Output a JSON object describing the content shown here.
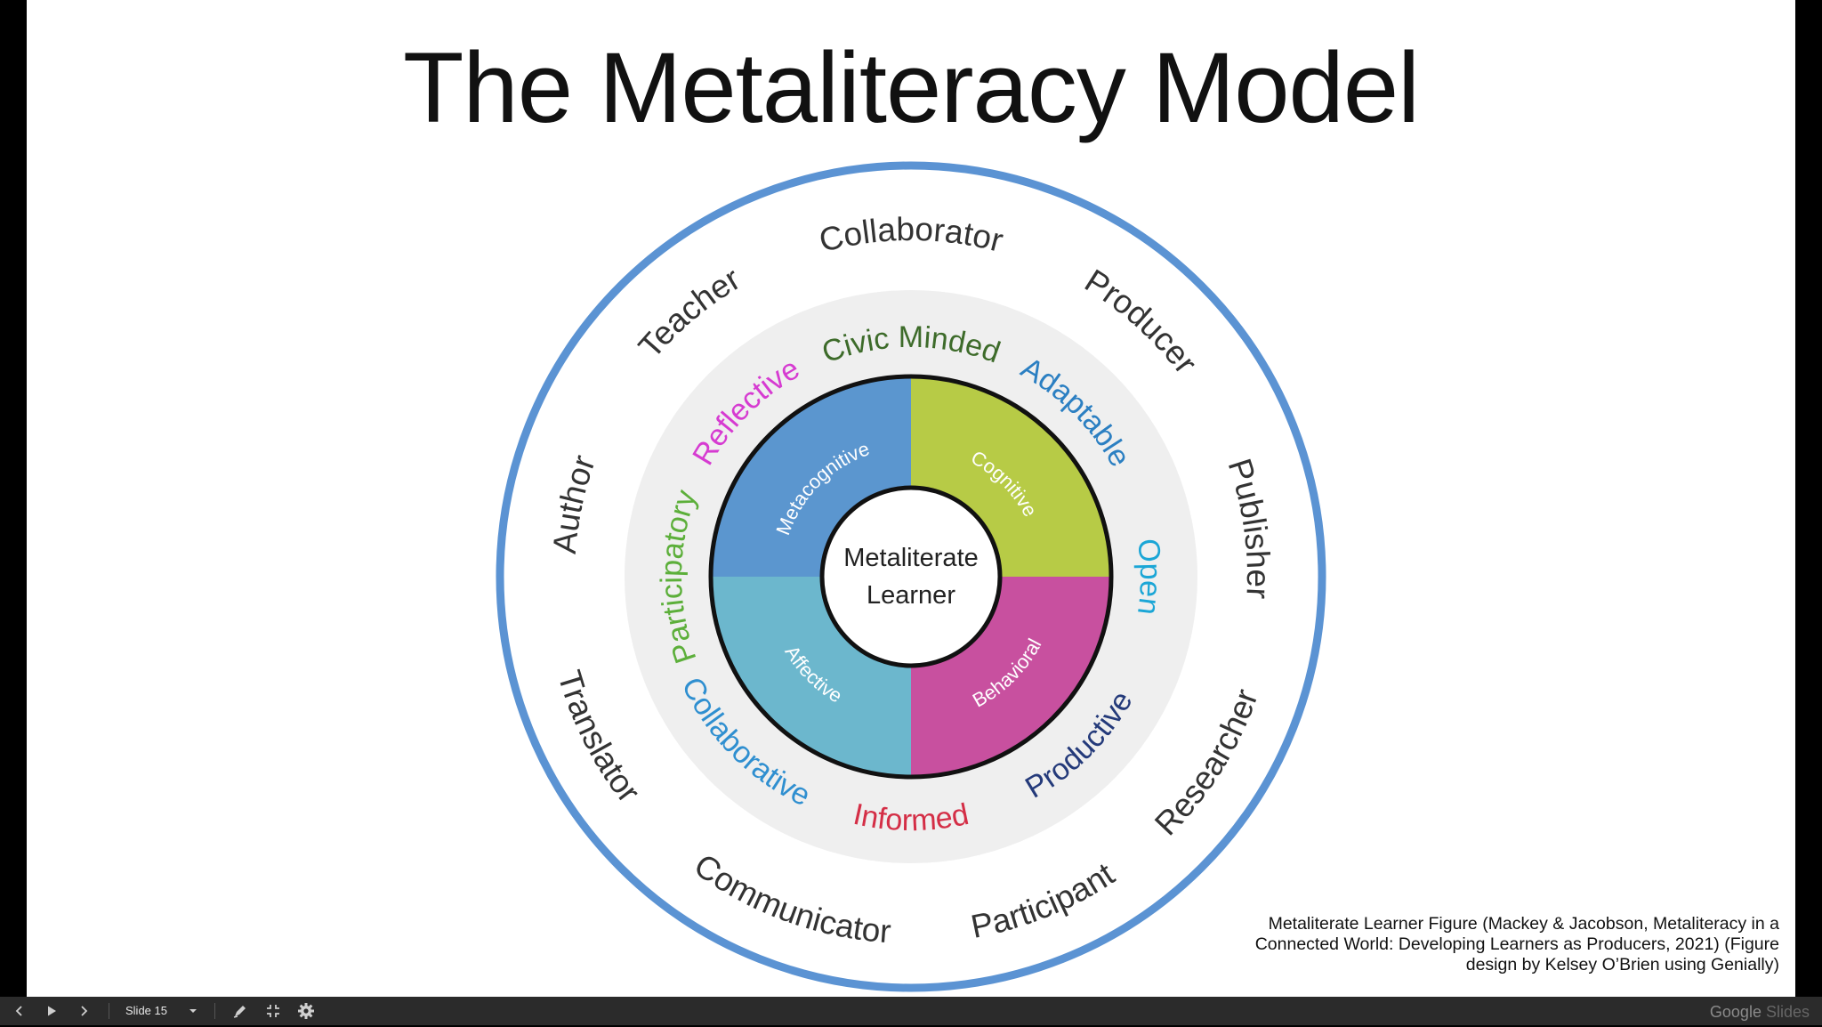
{
  "slide": {
    "title": "The Metaliteracy Model",
    "caption_lines": [
      "Metaliterate Learner Figure  (Mackey & Jacobson, Metaliteracy in a",
      "Connected World: Developing Learners as Producers, 2021) (Figure",
      "design by Kelsey O’Brien using Genially)"
    ]
  },
  "figure": {
    "center_lines": [
      "Metaliterate",
      "Learner"
    ],
    "quadrants": [
      {
        "label": "Metacognitive",
        "color": "#5b96cf"
      },
      {
        "label": "Cognitive",
        "color": "#b7cb46"
      },
      {
        "label": "Behavioral",
        "color": "#c8509f"
      },
      {
        "label": "Affective",
        "color": "#6cb7cd"
      }
    ],
    "characteristics": [
      {
        "label": "Civic Minded",
        "color": "#3d6b2a"
      },
      {
        "label": "Adaptable",
        "color": "#2b7fc2"
      },
      {
        "label": "Open",
        "color": "#1ba6d6"
      },
      {
        "label": "Productive",
        "color": "#243a7a"
      },
      {
        "label": "Informed",
        "color": "#d42e46"
      },
      {
        "label": "Collaborative",
        "color": "#2f8fd0"
      },
      {
        "label": "Participatory",
        "color": "#5caf3a"
      },
      {
        "label": "Reflective",
        "color": "#d63bd1"
      }
    ],
    "roles": [
      {
        "label": "Collaborator"
      },
      {
        "label": "Producer"
      },
      {
        "label": "Publisher"
      },
      {
        "label": "Researcher"
      },
      {
        "label": "Participant"
      },
      {
        "label": "Communicator"
      },
      {
        "label": "Translator"
      },
      {
        "label": "Author"
      },
      {
        "label": "Teacher"
      }
    ],
    "ring_color": "#5b93d3",
    "band_color": "#efefef"
  },
  "toolbar": {
    "slide_label": "Slide 15",
    "brand_google": "Google",
    "brand_slides": "Slides",
    "icons": [
      "chevron-left-icon",
      "play-icon",
      "chevron-right-icon",
      "chevron-down-icon",
      "pen-icon",
      "exit-fullscreen-icon",
      "gear-icon"
    ]
  }
}
